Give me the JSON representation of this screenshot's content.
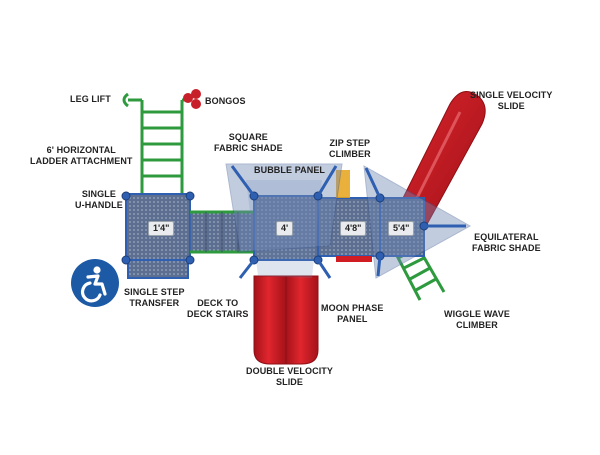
{
  "labels": {
    "leg_lift": "LEG LIFT",
    "bongos": "BONGOS",
    "single_velocity_slide": [
      "SINGLE VELOCITY",
      "SLIDE"
    ],
    "horizontal_ladder": [
      "6' HORIZONTAL",
      "LADDER ATTACHMENT"
    ],
    "square_fabric_shade": [
      "SQUARE",
      "FABRIC SHADE"
    ],
    "zip_step_climber": [
      "ZIP STEP",
      "CLIMBER"
    ],
    "bubble_panel": "BUBBLE PANEL",
    "single_u_handle": [
      "SINGLE",
      "U-HANDLE"
    ],
    "equilateral_fabric_shade": [
      "EQUILATERAL",
      "FABRIC SHADE"
    ],
    "single_step_transfer": [
      "SINGLE STEP",
      "TRANSFER"
    ],
    "deck_to_deck_stairs": [
      "DECK TO",
      "DECK STAIRS"
    ],
    "moon_phase_panel": [
      "MOON PHASE",
      "PANEL"
    ],
    "wiggle_wave_climber": [
      "WIGGLE WAVE",
      "CLIMBER"
    ],
    "double_velocity_slide": [
      "DOUBLE VELOCITY",
      "SLIDE"
    ]
  },
  "deck_heights": [
    "1'4\"",
    "4'",
    "4'8\"",
    "5'4\""
  ],
  "icons": {
    "accessibility": "accessibility-icon"
  },
  "colors": {
    "steel_blue": "#2f5fb0",
    "slide_red": "#d21c24",
    "climber_green": "#2e9a3e",
    "deck_gray": "#6d7b95",
    "shade_blue": "#6f87b5",
    "accessibility_bg": "#1d5aa5"
  }
}
